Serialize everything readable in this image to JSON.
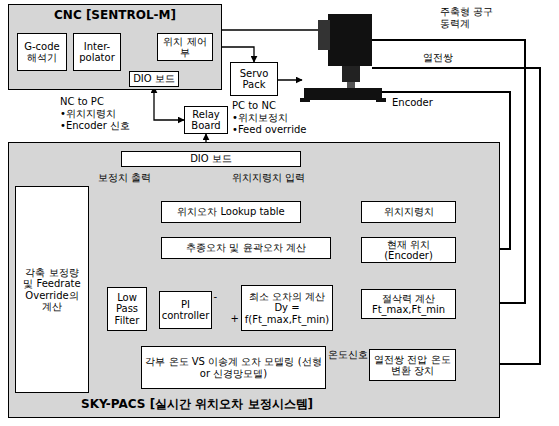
{
  "diagram": {
    "nodes": [
      {
        "text": [
          "CNC [SENTROL-M]"
        ]
      },
      {
        "text": [
          "G-code 해석기"
        ],
        "in": 0
      },
      {
        "text": [
          "Inter-polator"
        ],
        "in": 0
      },
      {
        "text": [
          "위치 제어부"
        ],
        "in": 0
      },
      {
        "text": [
          "DIO 보드"
        ],
        "in": 0
      },
      {
        "text": [
          "Servo Pack"
        ]
      },
      {
        "text": [
          "Relay Board"
        ]
      },
      {
        "text": [
          "SKY-PACS [실시간 위치오차 보정시스템]"
        ]
      },
      {
        "text": [
          "DIO 보드"
        ],
        "in": 7
      },
      {
        "text": [
          "각축 보정량 및 Feedrate Override의 계산"
        ],
        "in": 7
      },
      {
        "text": [
          "위치오차 Lookup table"
        ],
        "in": 7
      },
      {
        "text": [
          "위치지령치"
        ],
        "in": 7
      },
      {
        "text": [
          "추종오차 및 윤곽오차 계산"
        ],
        "in": 7
      },
      {
        "text": [
          "현재 위치 (Encoder)"
        ],
        "in": 7
      },
      {
        "text": [
          "Low Pass Filter"
        ],
        "in": 7
      },
      {
        "text": [
          "PI controller"
        ],
        "in": 7
      },
      {
        "text": [
          "최소 오차의 계산",
          "Dy = f(Ft_max,Ft_min)"
        ],
        "in": 7
      },
      {
        "text": [
          "절삭력 계산",
          "Ft_max,Ft_min"
        ],
        "in": 7
      },
      {
        "text": [
          "각부 온도 VS 이송계 오차 모델링 (선형 or 신경망모델)"
        ],
        "in": 7
      },
      {
        "text": [
          "열전쌍 전압 온도 변환 장치"
        ],
        "in": 7
      }
    ],
    "edges": [
      {
        "from": 1,
        "to": 2,
        "arrow": "to"
      },
      {
        "from": 2,
        "to": 3,
        "arrow": "to"
      },
      {
        "from": 3,
        "to": 5,
        "arrow": "to"
      },
      {
        "from": 2,
        "to": 4,
        "arrow": "to"
      },
      {
        "from": 4,
        "to": 3,
        "arrow": "to"
      },
      {
        "from": 4,
        "to": 6,
        "arrow": "both"
      },
      {
        "from": 6,
        "to": 8,
        "arrow": "both"
      },
      {
        "from": 8,
        "to": 11,
        "arrow": "to"
      },
      {
        "from": 11,
        "to": 10,
        "arrow": "to"
      },
      {
        "from": 10,
        "to": 9,
        "arrow": "to"
      },
      {
        "from": 13,
        "to": 12,
        "arrow": "to"
      },
      {
        "from": 12,
        "to": 9,
        "arrow": "to"
      },
      {
        "from": 17,
        "to": 16,
        "arrow": "to"
      },
      {
        "from": 16,
        "to": 15,
        "arrow": "to"
      },
      {
        "from": 15,
        "to": 14,
        "arrow": "to"
      },
      {
        "from": 14,
        "to": 9,
        "arrow": "to"
      },
      {
        "from": 19,
        "to": 18,
        "label": "온도신호",
        "arrow": "to"
      },
      {
        "from": 18,
        "to": 9,
        "arrow": "to"
      },
      {
        "from": 9,
        "to": 8,
        "arrow": "to"
      }
    ],
    "labels": [
      "주축형 공구동력계",
      "열전쌍",
      "Encoder",
      "NC to PC",
      "•위치지령치",
      "•Encoder 신호",
      "PC to NC",
      "•위치보정치",
      "•Feed override",
      "보정치 출력",
      "위치지령치 입력",
      "-",
      "+"
    ]
  }
}
